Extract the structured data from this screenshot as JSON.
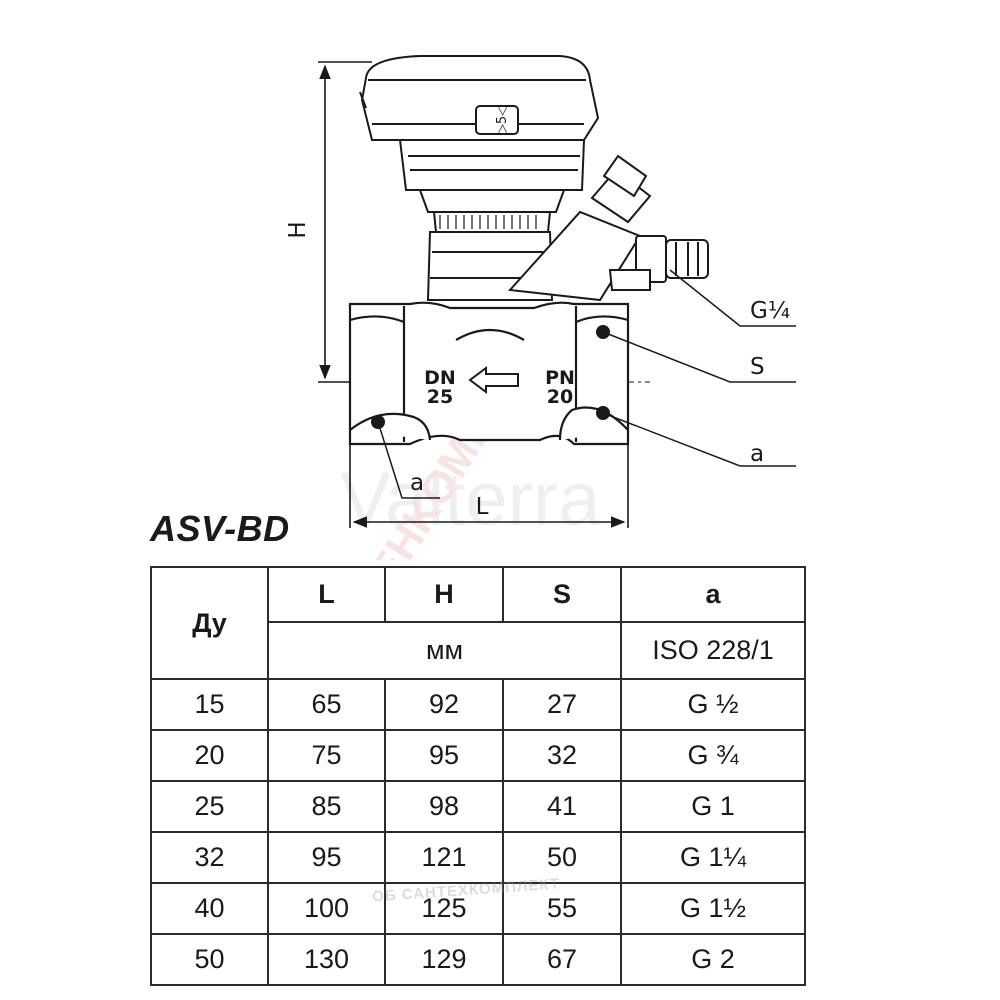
{
  "drawing": {
    "dim_height": "H",
    "dim_length": "L",
    "callout_gauge": "G¹⁄₄",
    "callout_wrench": "S",
    "callout_thread_right": "a",
    "callout_thread_left": "a",
    "body_mark_dn": "DN",
    "body_mark_dn_value": "25",
    "body_mark_pn": "PN",
    "body_mark_pn_value": "20",
    "watermark_brand": "Valterra",
    "watermark_site": "SANTEHKOMPLEKT",
    "watermark_bottom": "ОБ САНТЕХКОМПЛЕКТ"
  },
  "title": "ASV-BD",
  "table": {
    "header_du": "Ду",
    "col_l": "L",
    "col_h": "H",
    "col_s": "S",
    "col_a": "a",
    "unit_mm": "мм",
    "unit_iso": "ISO 228/1",
    "rows": [
      {
        "du": "15",
        "l": "65",
        "h": "92",
        "s": "27",
        "a": "G ½"
      },
      {
        "du": "20",
        "l": "75",
        "h": "95",
        "s": "32",
        "a": "G ¾"
      },
      {
        "du": "25",
        "l": "85",
        "h": "98",
        "s": "41",
        "a": "G 1"
      },
      {
        "du": "32",
        "l": "95",
        "h": "121",
        "s": "50",
        "a": "G 1¼"
      },
      {
        "du": "40",
        "l": "100",
        "h": "125",
        "s": "55",
        "a": "G 1½"
      },
      {
        "du": "50",
        "l": "130",
        "h": "129",
        "s": "67",
        "a": "G 2"
      }
    ]
  }
}
